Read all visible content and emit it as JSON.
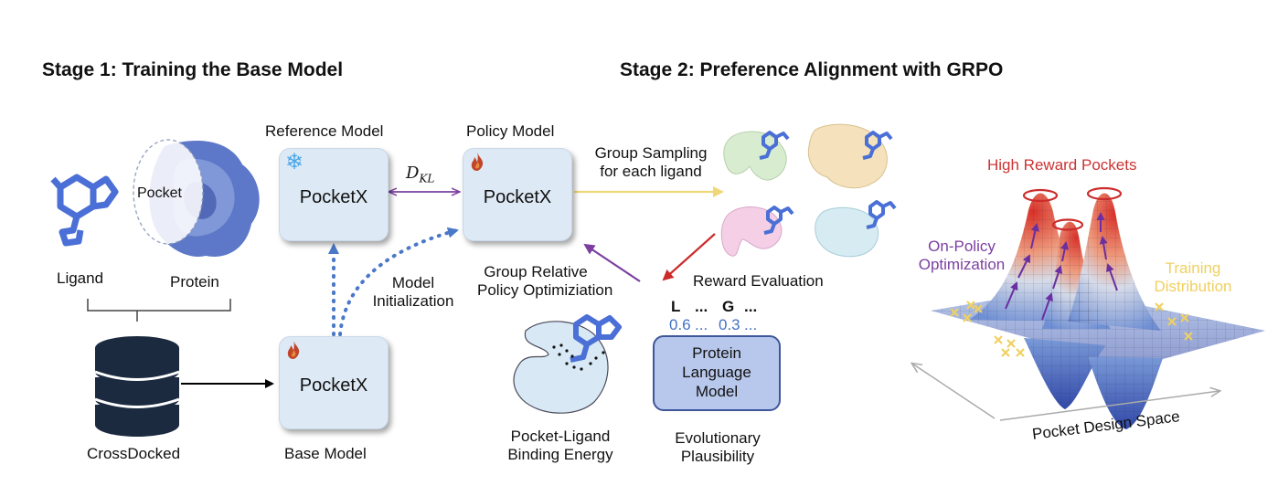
{
  "stage1": {
    "title": "Stage 1: Training the Base Model",
    "ligand_label": "Ligand",
    "protein_label": "Protein",
    "pocket_label": "Pocket",
    "dataset_label": "CrossDocked",
    "base_model_caption": "Base Model",
    "model_init_line1": "Model",
    "model_init_line2": "Initialization"
  },
  "stage2": {
    "title": "Stage 2:  Preference Alignment with GRPO",
    "reference_model_caption": "Reference Model",
    "policy_model_caption": "Policy Model",
    "kl_symbol": "D",
    "kl_subscript": "KL",
    "group_sampling_line1": "Group Sampling",
    "group_sampling_line2": "for each ligand",
    "reward_evaluation": "Reward Evaluation",
    "grpo_line1": "Group Relative",
    "grpo_line2": "Policy Optimiziation",
    "binding_line1": "Pocket-Ligand",
    "binding_line2": "Binding Energy",
    "plausibility_line1": "Evolutionary",
    "plausibility_line2": "Plausibility",
    "plm_line1": "Protein",
    "plm_line2": "Language",
    "plm_line3": "Model",
    "tokens": [
      "L",
      "...",
      "G",
      "..."
    ],
    "token_scores": [
      "0.6",
      "...",
      "0.3",
      "..."
    ]
  },
  "models": {
    "reference": "PocketX",
    "policy": "PocketX",
    "base": "PocketX"
  },
  "landscape": {
    "high_reward": "High Reward Pockets",
    "on_policy_line1": "On-Policy",
    "on_policy_line2": "Optimization",
    "training_line1": "Training",
    "training_line2": "Distribution",
    "design_space": "Pocket Design Space"
  },
  "colors": {
    "model_box": "#dde9f5",
    "molecule": "#4a6fd6",
    "kl_arrow": "#7b3fa0",
    "sampling_arrow": "#f0d878",
    "reward_arrow": "#cc2b2b",
    "grpo_arrow": "#7b3fa0",
    "dotted_arrow": "#4a78c8",
    "high_reward_text": "#cc3333",
    "on_policy_text": "#7b3fa0",
    "training_text": "#f0d060",
    "plm_box": "#b8c8ec",
    "database": "#1c2a40"
  },
  "icons": {
    "frozen": "snowflake-icon",
    "trainable": "flame-icon",
    "dataset": "database-icon"
  }
}
